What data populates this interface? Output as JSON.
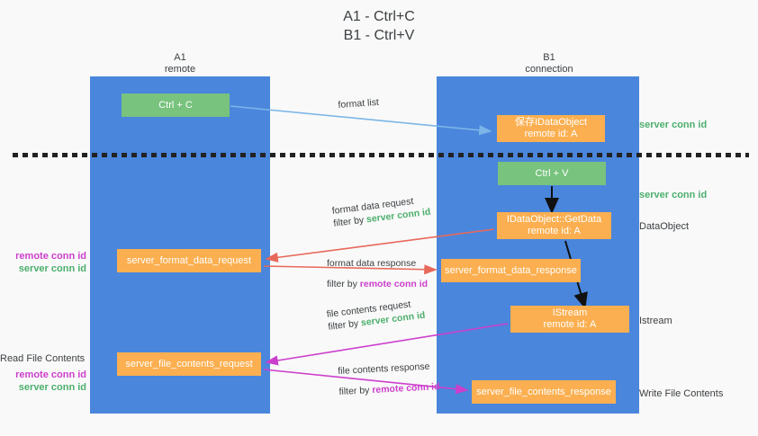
{
  "title": "A1 - Ctrl+C\nB1 - Ctrl+V",
  "lanes": {
    "left": {
      "name": "A1",
      "role": "remote"
    },
    "right": {
      "name": "B1",
      "role": "connection"
    }
  },
  "boxes": {
    "ctrl_c": {
      "label": "Ctrl + C",
      "color": "#78c37d"
    },
    "save_idataobject": {
      "line1": "保存IDataObject",
      "line2": "remote id: A",
      "color": "#fbaf50"
    },
    "ctrl_v": {
      "label": "Ctrl + V",
      "color": "#78c37d"
    },
    "getdata": {
      "line1": "IDataObject::GetData",
      "line2": "remote id: A",
      "color": "#fbaf50"
    },
    "server_format_data_request": {
      "label": "server_format_data_request",
      "color": "#fbaf50"
    },
    "server_format_data_response": {
      "label": "server_format_data_response",
      "color": "#fbaf50"
    },
    "istream": {
      "line1": "IStream",
      "line2": "remote id: A",
      "color": "#fbaf50"
    },
    "server_file_contents_request": {
      "label": "server_file_contents_request",
      "color": "#fbaf50"
    },
    "server_file_contents_response": {
      "label": "server_file_contents_response",
      "color": "#fbaf50"
    }
  },
  "edge_labels": {
    "format_list": {
      "line1": "format list"
    },
    "format_data_request": {
      "line1": "format data request",
      "filter_prefix": "filter by ",
      "filter_value": "server conn id"
    },
    "format_data_response": {
      "line1": "format data response",
      "filter_prefix": "filter by ",
      "filter_value": "remote conn id"
    },
    "file_contents_request": {
      "line1": "file contents request",
      "filter_prefix": "filter by ",
      "filter_value": "server conn id"
    },
    "file_contents_response": {
      "line1": "file contents response",
      "filter_prefix": "filter by ",
      "filter_value": "remote conn id"
    }
  },
  "right_notes": {
    "server_conn_id_1": "server conn id",
    "server_conn_id_2": "server conn id",
    "dataobject": "DataObject",
    "istream": "Istream",
    "write_file_contents": "Write File Contents"
  },
  "left_notes": {
    "remote_conn_id_1": "remote conn id",
    "server_conn_id_1": "server conn id",
    "read_file_contents": "Read File Contents",
    "remote_conn_id_2": "remote conn id",
    "server_conn_id_2": "server conn id"
  },
  "colors": {
    "lane_blue": "#4a86dc",
    "box_orange": "#fbaf50",
    "box_green": "#78c37d",
    "green_text": "#4caf6d",
    "magenta_text": "#cc3fcc",
    "arrow_light_blue": "#7cb6e8",
    "arrow_red": "#e8685a",
    "arrow_magenta": "#cc3fcc",
    "arrow_black": "#111111",
    "background": "#f9f9f9"
  }
}
